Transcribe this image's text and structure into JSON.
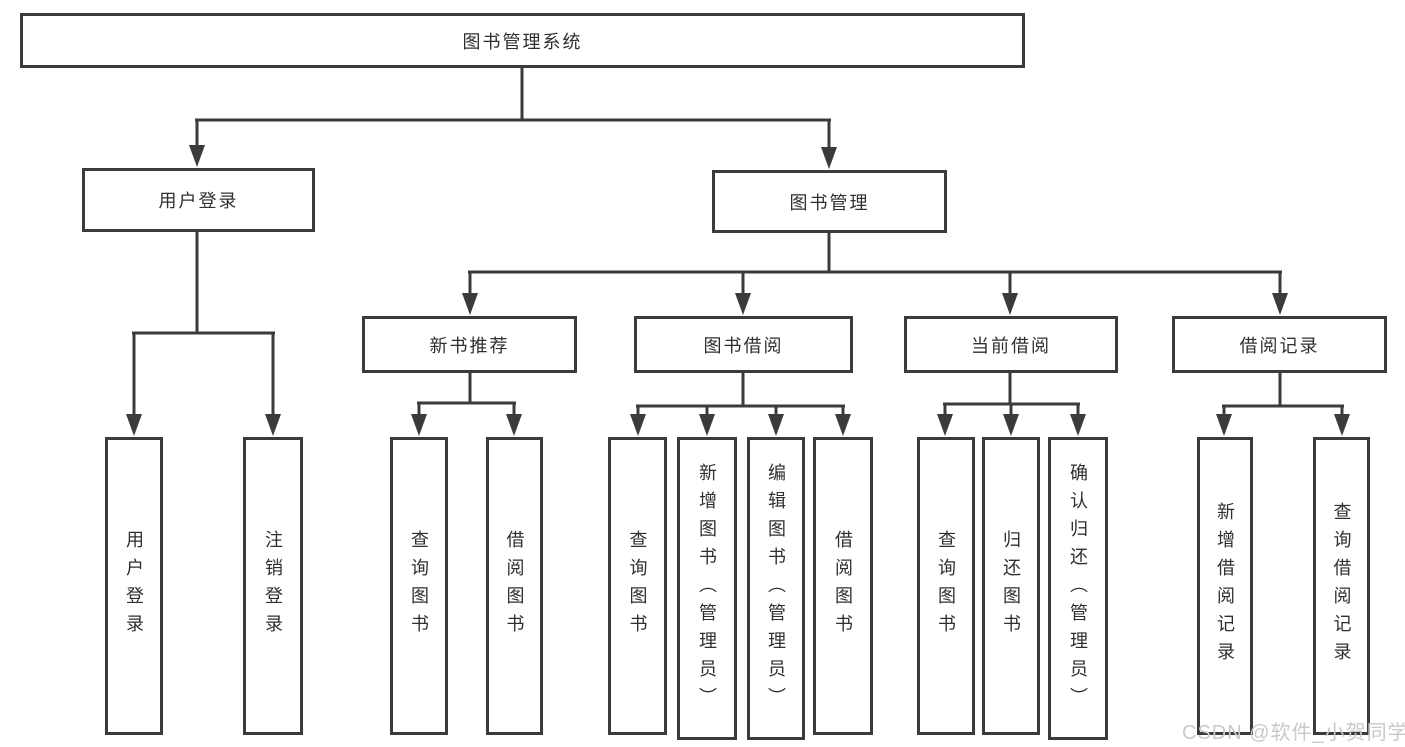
{
  "root": {
    "label": "图书管理系统"
  },
  "branches": {
    "user": {
      "label": "用户登录",
      "children": [
        "用户登录",
        "注销登录"
      ]
    },
    "book": {
      "label": "图书管理",
      "groups": [
        {
          "label": "新书推荐",
          "children": [
            "查询图书",
            "借阅图书"
          ]
        },
        {
          "label": "图书借阅",
          "children": [
            "查询图书",
            "新增图书（管理员）",
            "编辑图书（管理员）",
            "借阅图书"
          ]
        },
        {
          "label": "当前借阅",
          "children": [
            "查询图书",
            "归还图书",
            "确认归还（管理员）"
          ]
        },
        {
          "label": "借阅记录",
          "children": [
            "新增借阅记录",
            "查询借阅记录"
          ]
        }
      ]
    }
  },
  "watermark": "CSDN @软件_小贺同学",
  "colors": {
    "line": "#3b3b3b",
    "box_border": "#3b3b3b",
    "text": "#2f2f2f",
    "watermark": "#c9c9c9",
    "background": "#ffffff"
  }
}
